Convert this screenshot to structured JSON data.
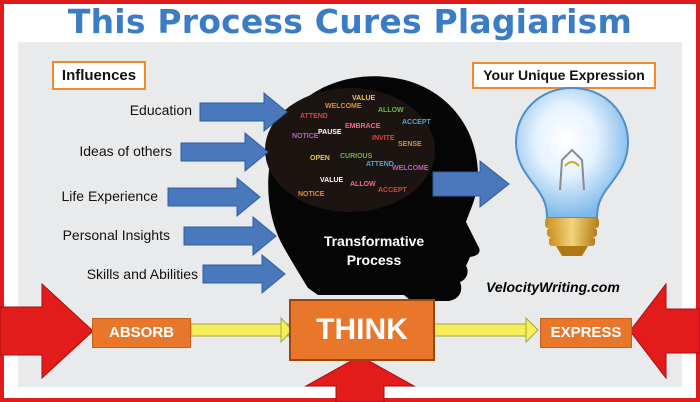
{
  "title": "This Process Cures Plagiarism",
  "influences_label": "Influences",
  "output_label": "Your Unique Expression",
  "influences": [
    "Education",
    "Ideas of others",
    "Life Experience",
    "Personal Insights",
    "Skills and Abilities"
  ],
  "center": {
    "line1": "Transformative",
    "line2": "Process"
  },
  "website": "VelocityWriting.com",
  "stages": {
    "absorb": "ABSORB",
    "think": "THINK",
    "express": "EXPRESS"
  },
  "brain_words": [
    "ATTEND",
    "WELCOME",
    "VALUE",
    "ALLOW",
    "ACCEPT",
    "NOTICE",
    "PAUSE",
    "EMBRACE",
    "INVITE",
    "SENSE",
    "OPEN",
    "CURIOUS"
  ],
  "colors": {
    "frame": "#e01b1b",
    "title": "#3b7dc4",
    "arrow_blue": "#4a78bd",
    "orange": "#e8762b",
    "red_arrow": "#e41b1b",
    "yellow_line": "#f4ef5a"
  }
}
